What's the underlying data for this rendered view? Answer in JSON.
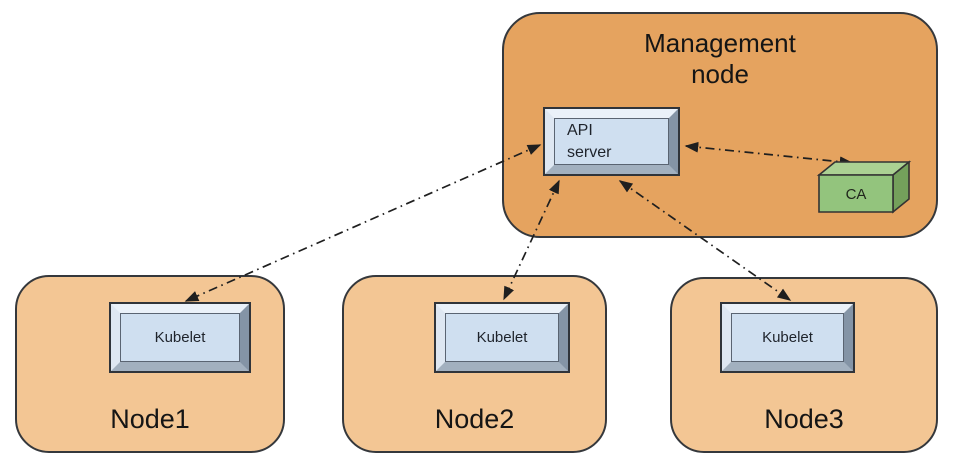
{
  "management_node": {
    "label": "Management node",
    "api_server_label": "API server",
    "ca_label": "CA"
  },
  "nodes": [
    {
      "label": "Node1",
      "component_label": "Kubelet"
    },
    {
      "label": "Node2",
      "component_label": "Kubelet"
    },
    {
      "label": "Node3",
      "component_label": "Kubelet"
    }
  ],
  "connections": [
    {
      "from": "API server",
      "to": "Kubelet (Node1)",
      "line_style": "dash-dot",
      "arrowheads": "both"
    },
    {
      "from": "API server",
      "to": "Kubelet (Node2)",
      "line_style": "dash-dot",
      "arrowheads": "both"
    },
    {
      "from": "API server",
      "to": "Kubelet (Node3)",
      "line_style": "dash-dot",
      "arrowheads": "both"
    },
    {
      "from": "API server",
      "to": "CA",
      "line_style": "dash-dot",
      "arrowheads": "both"
    }
  ],
  "colors": {
    "management_node_fill": "#E5A35F",
    "worker_node_fill": "#F3C694",
    "component_face": "#CFDFF0",
    "ca_front": "#93C47D",
    "ca_top": "#ABD193",
    "ca_side": "#74A05B",
    "outline": "#35383C",
    "connector": "#1F1F1F"
  }
}
